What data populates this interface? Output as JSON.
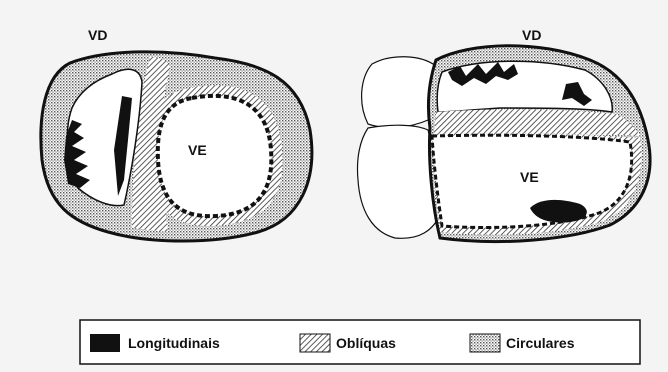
{
  "labels": {
    "left_rv": "VD",
    "left_lv": "VE",
    "right_rv": "VD",
    "right_lv": "VE"
  },
  "legend": [
    {
      "key": "longitudinal",
      "label": "Longitudinais"
    },
    {
      "key": "oblique",
      "label": "Oblíquas"
    },
    {
      "key": "circular",
      "label": "Circulares"
    }
  ],
  "colors": {
    "background": "#f4f4f4",
    "outline": "#111111",
    "longitudinal_fill": "#111111",
    "circular_dots": "#555555",
    "oblique_hatch": "#333333"
  }
}
